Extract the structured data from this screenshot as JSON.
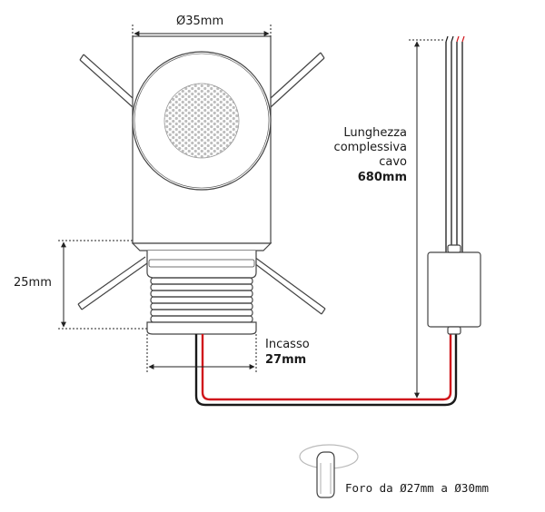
{
  "dimensions": {
    "diameter": "Ø35mm",
    "height": "25mm",
    "recess_label": "Incasso",
    "recess_value": "27mm"
  },
  "cable": {
    "label_line1": "Lunghezza",
    "label_line2": "complessiva",
    "label_line3": "cavo",
    "length_value": "680mm"
  },
  "hole": {
    "text": "Foro da Ø27mm a Ø30mm"
  },
  "colors": {
    "line": "#4a4a4a",
    "wire_red": "#d0161b",
    "wire_black": "#1a1a1a",
    "grille": "#bdbdbd"
  }
}
